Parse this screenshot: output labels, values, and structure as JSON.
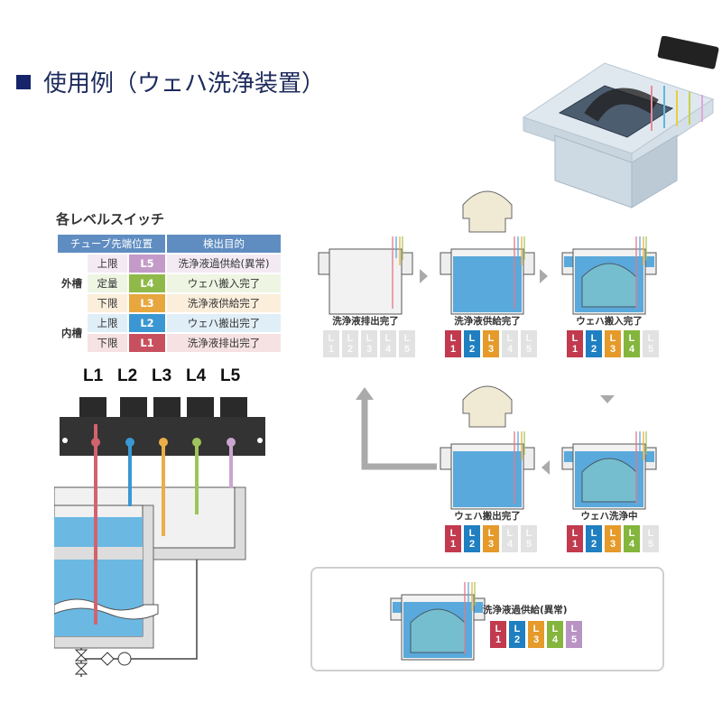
{
  "header": {
    "title": "使用例（ウェハ洗浄装置）"
  },
  "level_switch_table": {
    "title": "各レベルスイッチ",
    "headers": [
      "チューブ先端位置",
      "検出目的"
    ],
    "groups": [
      {
        "tank": "外槽",
        "rows": [
          {
            "position": "上限",
            "level": "L5",
            "purpose": "洗浄液過供給(異常)",
            "color": "#c49bc8",
            "row_bg": "#f3eaf4"
          },
          {
            "position": "定量",
            "level": "L4",
            "purpose": "ウェハ搬入完了",
            "color": "#8fba4a",
            "row_bg": "#eef5e2"
          },
          {
            "position": "下限",
            "level": "L3",
            "purpose": "洗浄液供給完了",
            "color": "#e8a63f",
            "row_bg": "#fbefdc"
          }
        ]
      },
      {
        "tank": "内槽",
        "rows": [
          {
            "position": "上限",
            "level": "L2",
            "purpose": "ウェハ搬出完了",
            "color": "#3a97d3",
            "row_bg": "#e0eef8"
          },
          {
            "position": "下限",
            "level": "L1",
            "purpose": "洗浄液排出完了",
            "color": "#c8505e",
            "row_bg": "#f6e1e3"
          }
        ]
      }
    ]
  },
  "switch_labels": [
    "L1",
    "L2",
    "L3",
    "L4",
    "L5"
  ],
  "level_colors": {
    "L1": "#c23a4e",
    "L2": "#1f7fc1",
    "L3": "#e59a2a",
    "L4": "#84b53c",
    "L5": "#b993c4",
    "off": "#e2e2e2"
  },
  "steps": [
    {
      "caption": "洗浄液排出完了",
      "active": [
        false,
        false,
        false,
        false,
        false
      ]
    },
    {
      "caption": "洗浄液供給完了",
      "active": [
        true,
        true,
        true,
        false,
        false
      ]
    },
    {
      "caption": "ウェハ搬入完了",
      "active": [
        true,
        true,
        true,
        true,
        false
      ]
    },
    {
      "caption": "ウェハ洗浄中",
      "active": [
        true,
        true,
        true,
        true,
        false
      ]
    },
    {
      "caption": "ウェハ搬出完了",
      "active": [
        true,
        true,
        true,
        false,
        false
      ]
    }
  ],
  "abnormal": {
    "caption": "洗浄液過供給(異常)",
    "active": [
      true,
      true,
      true,
      true,
      true
    ]
  }
}
